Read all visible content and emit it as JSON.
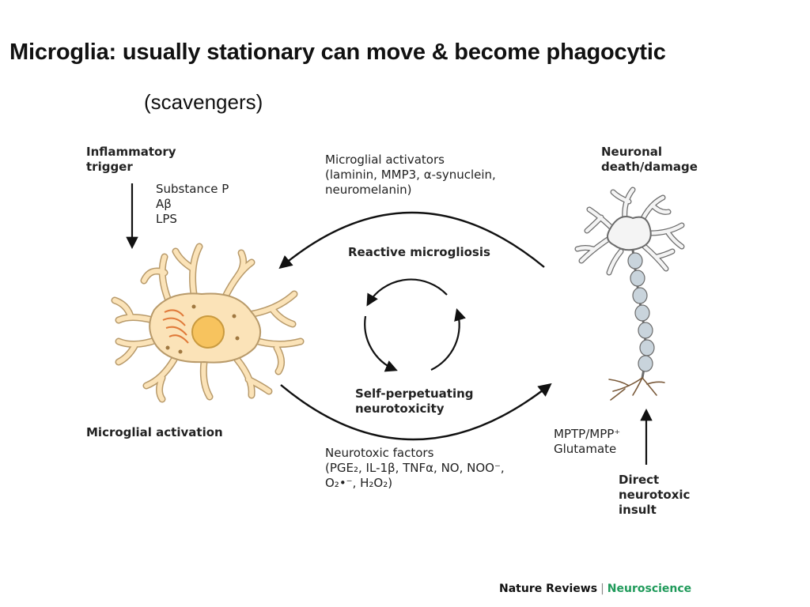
{
  "slide": {
    "title": "Microglia: usually stationary can move & become phagocytic",
    "subtitle": "(scavengers)"
  },
  "diagram": {
    "inflammatory_trigger": "Inflammatory\ntrigger",
    "trigger_agents": "Substance P\nAβ\nLPS",
    "microglial_activators": "Microglial activators\n(laminin, MMP3, α-synuclein,\nneuromelanin)",
    "neuronal_death": "Neuronal\ndeath/damage",
    "reactive_microgliosis": "Reactive microgliosis",
    "self_perpetuating": "Self-perpetuating\nneurotoxicity",
    "microglial_activation": "Microglial activation",
    "neurotoxic_factors": "Neurotoxic factors\n(PGE₂, IL-1β, TNFα, NO, NOO⁻,\nO₂•⁻, H₂O₂)",
    "insult_agents": "MPTP/MPP⁺\nGlutamate",
    "direct_insult": "Direct\nneurotoxic\ninsult"
  },
  "colors": {
    "microglia_fill": "#fbe3b8",
    "microglia_stroke": "#b89a6a",
    "nucleus": "#f7c35e",
    "organelle": "#e07a3a",
    "neuron_fill": "#f4f4f4",
    "neuron_stroke": "#6b6b6b",
    "axon_segment": "#c9d4dc",
    "arrow": "#111111",
    "credit_accent": "#1f9a5a"
  },
  "credit": {
    "publisher": "Nature Reviews",
    "journal": "Neuroscience"
  }
}
